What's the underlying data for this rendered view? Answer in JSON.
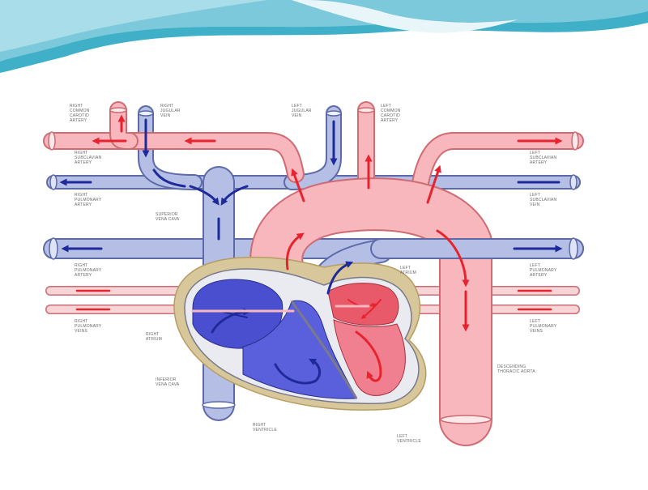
{
  "colors": {
    "banner_dark": "#3fb0c8",
    "banner_light": "#a8dde9",
    "artery_fill": "#f7b7bd",
    "artery_stroke": "#cf6b72",
    "vein_fill": "#b5bfe6",
    "vein_stroke": "#5d6aa8",
    "arrow_red": "#e8232d",
    "arrow_blue": "#1f2a9a",
    "heart_outline": "#c2a96d",
    "pericardium": "#d8c79a",
    "right_heart": "#4a4fd0",
    "left_heart": "#e44a5c"
  },
  "labels": {
    "right_common_carotid": "Right\ncommon\ncarotid\nartery",
    "right_jugular_vein": "Right\njugular\nvein",
    "left_jugular_vein": "Left\njugular\nvein",
    "left_common_carotid": "Left\ncommon\ncarotid\nartery",
    "right_subclavian_artery": "Right\nsubclavian\nartery",
    "right_pulmonary_artery_top": "Right\npulmonary\nartery",
    "superior_vena_cava": "Superior\nvena cava",
    "left_subclavian_artery": "Left\nsubclavian\nartery",
    "left_subclavian_vein": "Left\nsubclavian\nvein",
    "right_pulmonary_artery": "Right\npulmonary\nartery",
    "left_atrium": "Left\natrium",
    "left_pulmonary_artery": "Left\npulmonary\nartery",
    "right_pulmonary_veins": "Right\npulmonary\nveins",
    "left_pulmonary_veins": "Left\npulmonary\nveins",
    "right_atrium": "Right\natrium",
    "inferior_vena_cava": "Inferior\nvena cava",
    "descending_thoracic_aorta": "Descending\nthoracic aorta",
    "right_ventricle": "Right\nventricle",
    "left_ventricle": "Left\nventricle"
  }
}
